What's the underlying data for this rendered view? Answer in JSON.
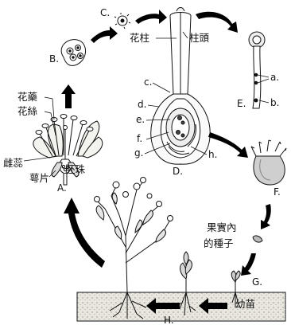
{
  "labels": {
    "anther": "花藥",
    "filament": "花絲",
    "pistil": "雌蕊",
    "sepal": "萼片",
    "ovule": "胚珠",
    "style": "花柱",
    "stigma": "柱頭",
    "seed_in_fruit_line1": "果實內",
    "seed_in_fruit_line2": "的種子",
    "seedling": "幼苗"
  },
  "stage_letters": [
    "A.",
    "B.",
    "C.",
    "D.",
    "E.",
    "F.",
    "G.",
    "H."
  ],
  "part_letters": [
    "a.",
    "b.",
    "c.",
    "d.",
    "e.",
    "f.",
    "g.",
    "h."
  ],
  "colors": {
    "ink": "#111111",
    "soil": "#e8e6df",
    "soil_dots": "#9a9a92",
    "arrow": "#000000"
  }
}
